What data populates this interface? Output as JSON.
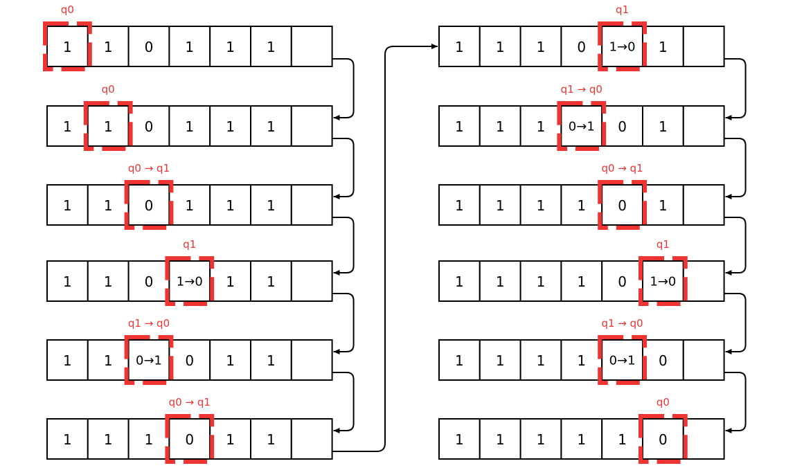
{
  "colors": {
    "head_highlight": "#ef3434",
    "state_label": "#ef3434",
    "cell_border": "#000000",
    "arrow": "#000000"
  },
  "left_column": [
    {
      "cells": [
        "1",
        "1",
        "0",
        "1",
        "1",
        "1",
        ""
      ],
      "head": 0,
      "state": "q0"
    },
    {
      "cells": [
        "1",
        "1",
        "0",
        "1",
        "1",
        "1",
        ""
      ],
      "head": 1,
      "state": "q0"
    },
    {
      "cells": [
        "1",
        "1",
        "0",
        "1",
        "1",
        "1",
        ""
      ],
      "head": 2,
      "state": "q0 → q1"
    },
    {
      "cells": [
        "1",
        "1",
        "0",
        "1→0",
        "1",
        "1",
        ""
      ],
      "head": 3,
      "state": "q1"
    },
    {
      "cells": [
        "1",
        "1",
        "0→1",
        "0",
        "1",
        "1",
        ""
      ],
      "head": 2,
      "state": "q1 → q0"
    },
    {
      "cells": [
        "1",
        "1",
        "1",
        "0",
        "1",
        "1",
        ""
      ],
      "head": 3,
      "state": "q0 → q1"
    }
  ],
  "right_column": [
    {
      "cells": [
        "1",
        "1",
        "1",
        "0",
        "1→0",
        "1",
        ""
      ],
      "head": 4,
      "state": "q1"
    },
    {
      "cells": [
        "1",
        "1",
        "1",
        "0→1",
        "0",
        "1",
        ""
      ],
      "head": 3,
      "state": "q1 → q0"
    },
    {
      "cells": [
        "1",
        "1",
        "1",
        "1",
        "0",
        "1",
        ""
      ],
      "head": 4,
      "state": "q0 → q1"
    },
    {
      "cells": [
        "1",
        "1",
        "1",
        "1",
        "0",
        "1→0",
        ""
      ],
      "head": 5,
      "state": "q1"
    },
    {
      "cells": [
        "1",
        "1",
        "1",
        "1",
        "0→1",
        "0",
        ""
      ],
      "head": 4,
      "state": "q1 → q0"
    },
    {
      "cells": [
        "1",
        "1",
        "1",
        "1",
        "1",
        "0",
        ""
      ],
      "head": 5,
      "state": "q0"
    }
  ]
}
